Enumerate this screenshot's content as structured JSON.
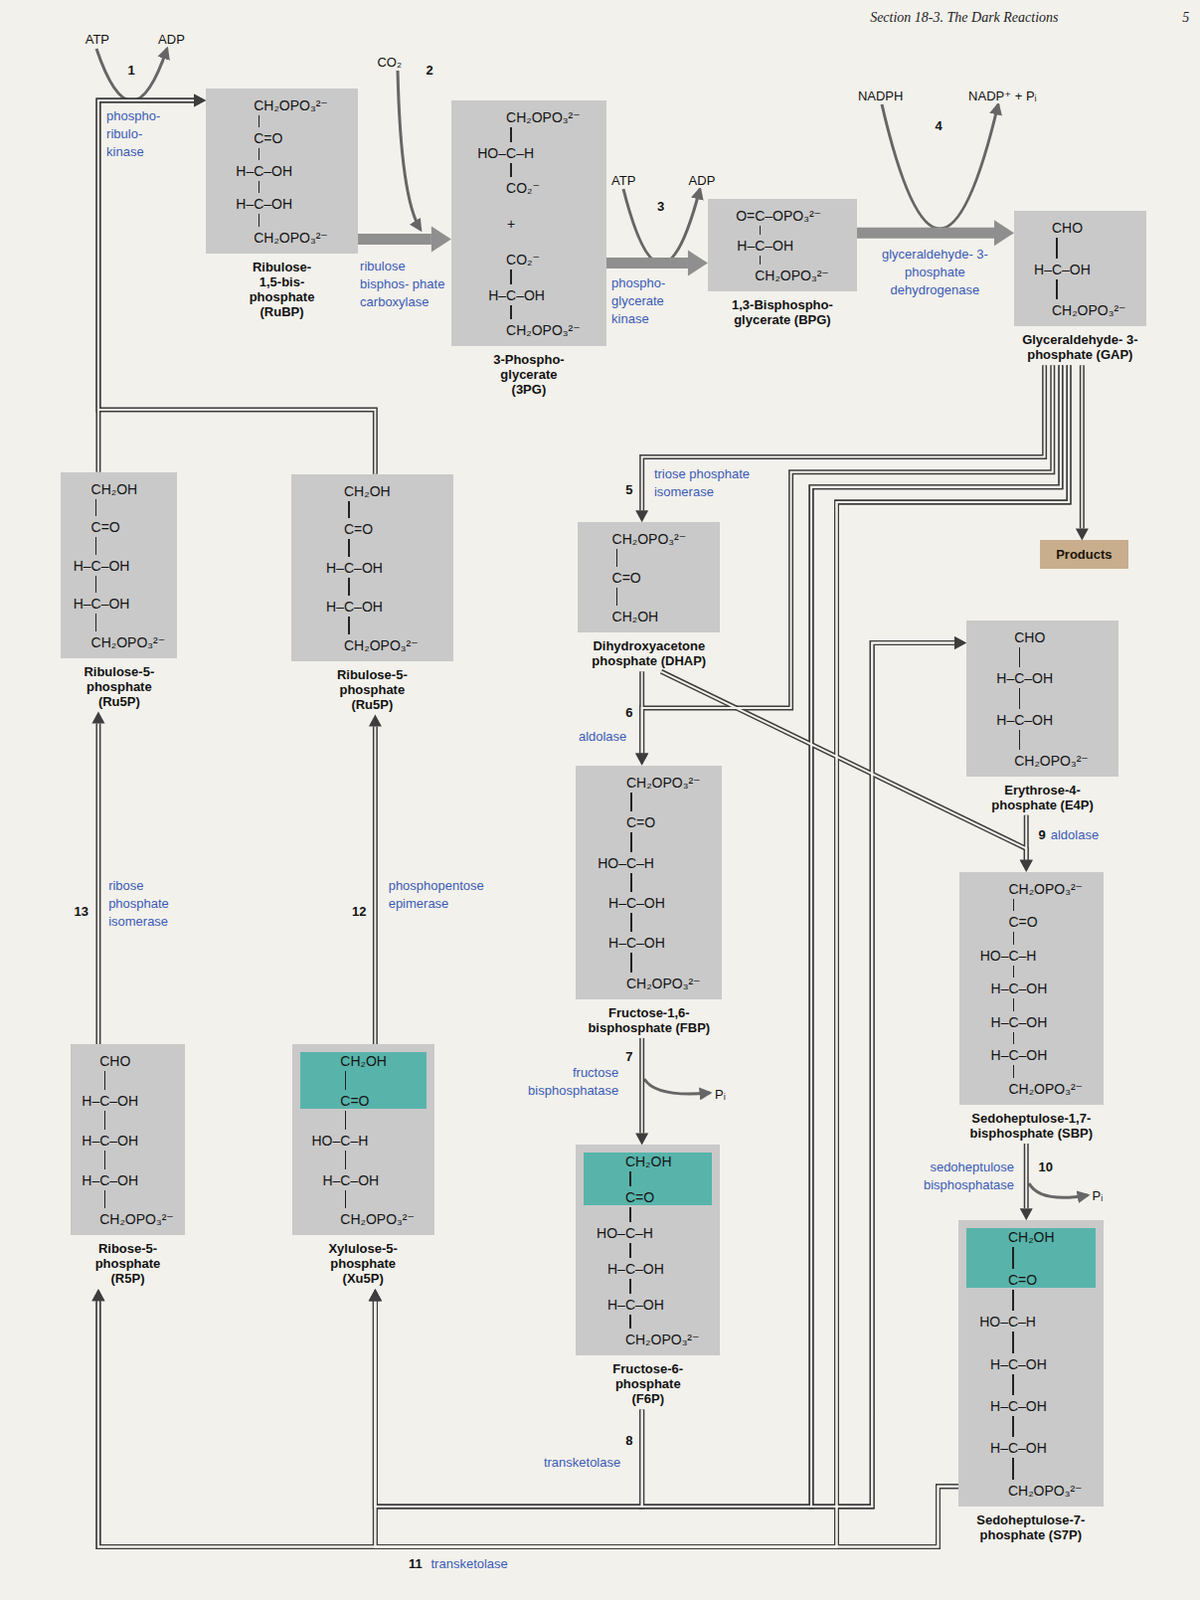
{
  "diagram": {
    "nodes": [
      {
        "text": [
          "CH₂OPO₃²⁻",
          "C=O",
          "H–C–OH",
          "H–C–OH",
          "CH₂OPO₃²⁻",
          "Ribulose- 1,5-bis- phosphate (RuBP)"
        ]
      },
      {
        "text": [
          "CH₂OPO₃²⁻",
          "HO–C–H",
          "CO₂⁻",
          "+",
          "CO₂⁻",
          "H–C–OH",
          "CH₂OPO₃²⁻",
          "3-Phospho- glycerate (3PG)"
        ]
      },
      {
        "text": [
          "O=C–OPO₃²⁻",
          "H–C–OH",
          "CH₂OPO₃²⁻",
          "1,3-Bisphospho- glycerate (BPG)"
        ]
      },
      {
        "text": [
          "CHO",
          "H–C–OH",
          "CH₂OPO₃²⁻",
          "Glyceraldehyde- 3-phosphate (GAP)"
        ]
      },
      {
        "text": [
          "Products"
        ]
      },
      {
        "text": [
          "CH₂OH",
          "C=O",
          "H–C–OH",
          "H–C–OH",
          "CH₂OPO₃²⁻",
          "Ribulose-5- phosphate (Ru5P)"
        ]
      },
      {
        "text": [
          "CH₂OH",
          "C=O",
          "H–C–OH",
          "H–C–OH",
          "CH₂OPO₃²⁻",
          "Ribulose-5- phosphate (Ru5P)"
        ]
      },
      {
        "text": [
          "CH₂OPO₃²⁻",
          "C=O",
          "CH₂OH",
          "Dihydroxyacetone phosphate (DHAP)"
        ]
      },
      {
        "text": [
          "CHO",
          "H–C–OH",
          "H–C–OH",
          "CH₂OPO₃²⁻",
          "Erythrose-4- phosphate (E4P)"
        ]
      },
      {
        "text": [
          "CH₂OPO₃²⁻",
          "C=O",
          "HO–C–H",
          "H–C–OH",
          "H–C–OH",
          "CH₂OPO₃²⁻",
          "Fructose-1,6- bisphosphate (FBP)"
        ]
      },
      {
        "text": [
          "CH₂OPO₃²⁻",
          "C=O",
          "HO–C–H",
          "H–C–OH",
          "H–C–OH",
          "H–C–OH",
          "CH₂OPO₃²⁻",
          "Sedoheptulose-1,7- bisphosphate (SBP)"
        ]
      },
      {
        "text": [
          "CHO",
          "H–C–OH",
          "H–C–OH",
          "H–C–OH",
          "CH₂OPO₃²⁻",
          "Ribose-5- phosphate (R5P)"
        ]
      },
      {
        "text": [
          "CH₂OH",
          "C=O",
          "HO–C–H",
          "H–C–OH",
          "CH₂OPO₃²⁻",
          "Xylulose-5- phosphate (Xu5P)"
        ]
      },
      {
        "text": [
          "CH₂OH",
          "C=O",
          "HO–C–H",
          "H–C–OH",
          "H–C–OH",
          "CH₂OPO₃²⁻",
          "Fructose-6- phosphate (F6P)"
        ]
      },
      {
        "text": [
          "CH₂OH",
          "C=O",
          "HO–C–H",
          "H–C–OH",
          "H–C–OH",
          "H–C–OH",
          "CH₂OPO₃²⁻",
          "Sedoheptulose-7- phosphate (S7P)"
        ]
      }
    ],
    "edges": [
      {
        "from": 5,
        "to": 0,
        "arrow": "to",
        "label": "phospho- ribulo- kinase"
      },
      {
        "from": 6,
        "to": 0,
        "arrow": "to"
      },
      {
        "from": 0,
        "to": 1,
        "arrow": "to",
        "label": "ribulose bisphos- phate carboxylase"
      },
      {
        "from": 1,
        "to": 2,
        "arrow": "to",
        "label": "phospho- glycerate kinase"
      },
      {
        "from": 2,
        "to": 3,
        "arrow": "to",
        "label": "glyceraldehyde- 3-phosphate dehydrogenase"
      },
      {
        "from": 3,
        "to": 4,
        "arrow": "to"
      },
      {
        "from": 3,
        "to": 7,
        "arrow": "to",
        "label": "triose phosphate isomerase"
      },
      {
        "from": 7,
        "to": 9,
        "arrow": "to",
        "label": "aldolase"
      },
      {
        "from": 3,
        "to": 9,
        "arrow": "to"
      },
      {
        "from": 9,
        "to": 13,
        "arrow": "to",
        "label": "fructose bisphosphatase"
      },
      {
        "from": 13,
        "to": 8,
        "arrow": "to",
        "label": "transketolase"
      },
      {
        "from": 13,
        "to": 12,
        "arrow": "to"
      },
      {
        "from": 3,
        "to": 8,
        "arrow": "to"
      },
      {
        "from": 3,
        "to": 12,
        "arrow": "to"
      },
      {
        "from": 7,
        "to": 10,
        "arrow": "to",
        "label": "aldolase"
      },
      {
        "from": 8,
        "to": 10,
        "arrow": "to"
      },
      {
        "from": 10,
        "to": 14,
        "arrow": "to",
        "label": "sedoheptulose bisphosphatase"
      },
      {
        "from": 14,
        "to": 11,
        "arrow": "to",
        "label": "transketolase"
      },
      {
        "from": 14,
        "to": 12,
        "arrow": "to"
      },
      {
        "from": 3,
        "to": 11,
        "arrow": "to"
      },
      {
        "from": 3,
        "to": 12,
        "arrow": "to"
      },
      {
        "from": 11,
        "to": 5,
        "arrow": "to",
        "label": "ribose phosphate isomerase"
      },
      {
        "from": 12,
        "to": 6,
        "arrow": "to",
        "label": "phosphopentose epimerase"
      }
    ],
    "labels": [
      "Section 18-3. The Dark Reactions",
      "5",
      "ATP",
      "ADP",
      "1",
      "CO₂",
      "2",
      "ATP",
      "ADP",
      "3",
      "NADPH",
      "NADP⁺ + Pᵢ",
      "4",
      "5",
      "6",
      "7",
      "Pᵢ",
      "8",
      "9",
      "10",
      "Pᵢ",
      "11",
      "12",
      "13"
    ]
  }
}
